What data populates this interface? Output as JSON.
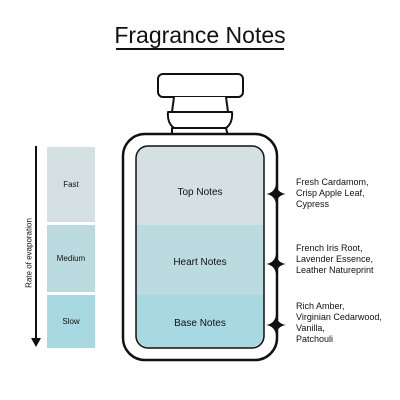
{
  "title": "Fragrance Notes",
  "axis": {
    "label": "Rate of evaporation"
  },
  "rates": {
    "fast": "Fast",
    "medium": "Medium",
    "slow": "Slow"
  },
  "layers": {
    "top": {
      "label": "Top Notes",
      "notes": "Fresh Cardamom,\nCrisp Apple Leaf,\nCypress"
    },
    "heart": {
      "label": "Heart Notes",
      "notes": "French Iris Root,\nLavender Essence,\nLeather Natureprint"
    },
    "base": {
      "label": "Base Notes",
      "notes": "Rich Amber,\nVirginian Cedarwood,\nVanilla,\nPatchouli"
    }
  },
  "colors": {
    "top_layer": "#d4e0e2",
    "heart_layer": "#bcdbe0",
    "base_layer": "#a8d8e1",
    "outline": "#111111"
  },
  "icons": {
    "note_marker": "four-point-star-icon"
  }
}
